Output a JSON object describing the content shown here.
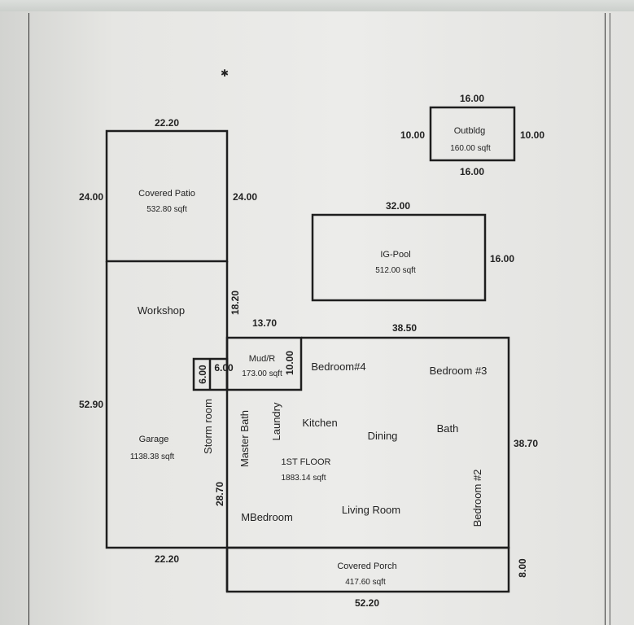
{
  "labels": {
    "patio_top": "22.20",
    "patio_left": "24.00",
    "patio_right": "24.00",
    "patio_name": "Covered Patio",
    "patio_area": "532.80 sqft",
    "workshop": "Workshop",
    "wall_1820": "18.20",
    "dim_1370": "13.70",
    "dim_3850": "38.50",
    "mud_name": "Mud/R",
    "mud_area": "173.00 sqft",
    "mud_1000": "10.00",
    "storm_600a": "6.00",
    "storm_600b": "6.00",
    "storm_room": "Storm room",
    "garage_left": "52.90",
    "garage": "Garage",
    "garage_area": "1138.38 sqft",
    "wall_2870": "28.70",
    "master_bath": "Master Bath",
    "laundry": "Laundry",
    "bedroom4": "Bedroom#4",
    "bedroom3": "Bedroom #3",
    "kitchen": "Kitchen",
    "dining": "Dining",
    "bath": "Bath",
    "first_floor": "1ST FLOOR",
    "first_floor_area": "1883.14 sqft",
    "mbedroom": "MBedroom",
    "living_room": "Living Room",
    "bedroom2": "Bedroom #2",
    "house_right": "38.70",
    "garage_bottom": "22.20",
    "porch_name": "Covered Porch",
    "porch_area": "417.60 sqft",
    "porch_right": "8.00",
    "porch_bottom": "52.20",
    "out_top": "16.00",
    "out_left": "10.00",
    "out_right": "10.00",
    "out_bottom": "16.00",
    "out_name": "Outbldg",
    "out_area": "160.00 sqft",
    "pool_top": "32.00",
    "pool_right": "16.00",
    "pool_name": "IG-Pool",
    "pool_area": "512.00 sqft"
  }
}
